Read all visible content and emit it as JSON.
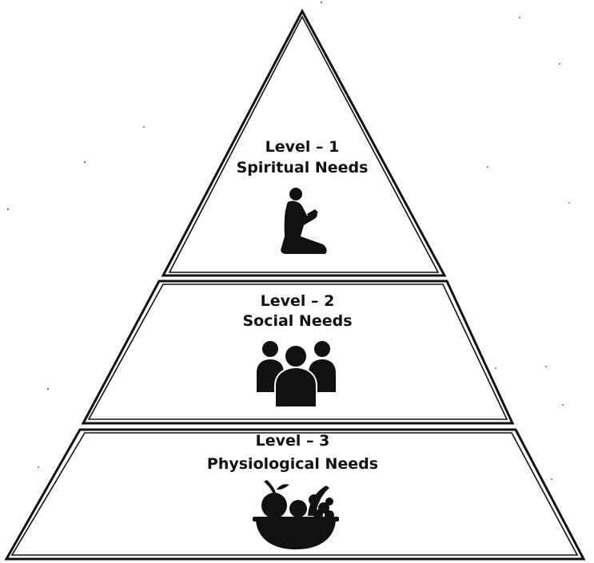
{
  "pyramid": {
    "levels": [
      {
        "level": "Level – 1",
        "name": "Spiritual Needs",
        "icon": "praying-person-icon"
      },
      {
        "level": "Level – 2",
        "name": "Social Needs",
        "icon": "group-of-people-icon"
      },
      {
        "level": "Level – 3",
        "name": "Physiological Needs",
        "icon": "fruit-basket-icon"
      }
    ]
  }
}
